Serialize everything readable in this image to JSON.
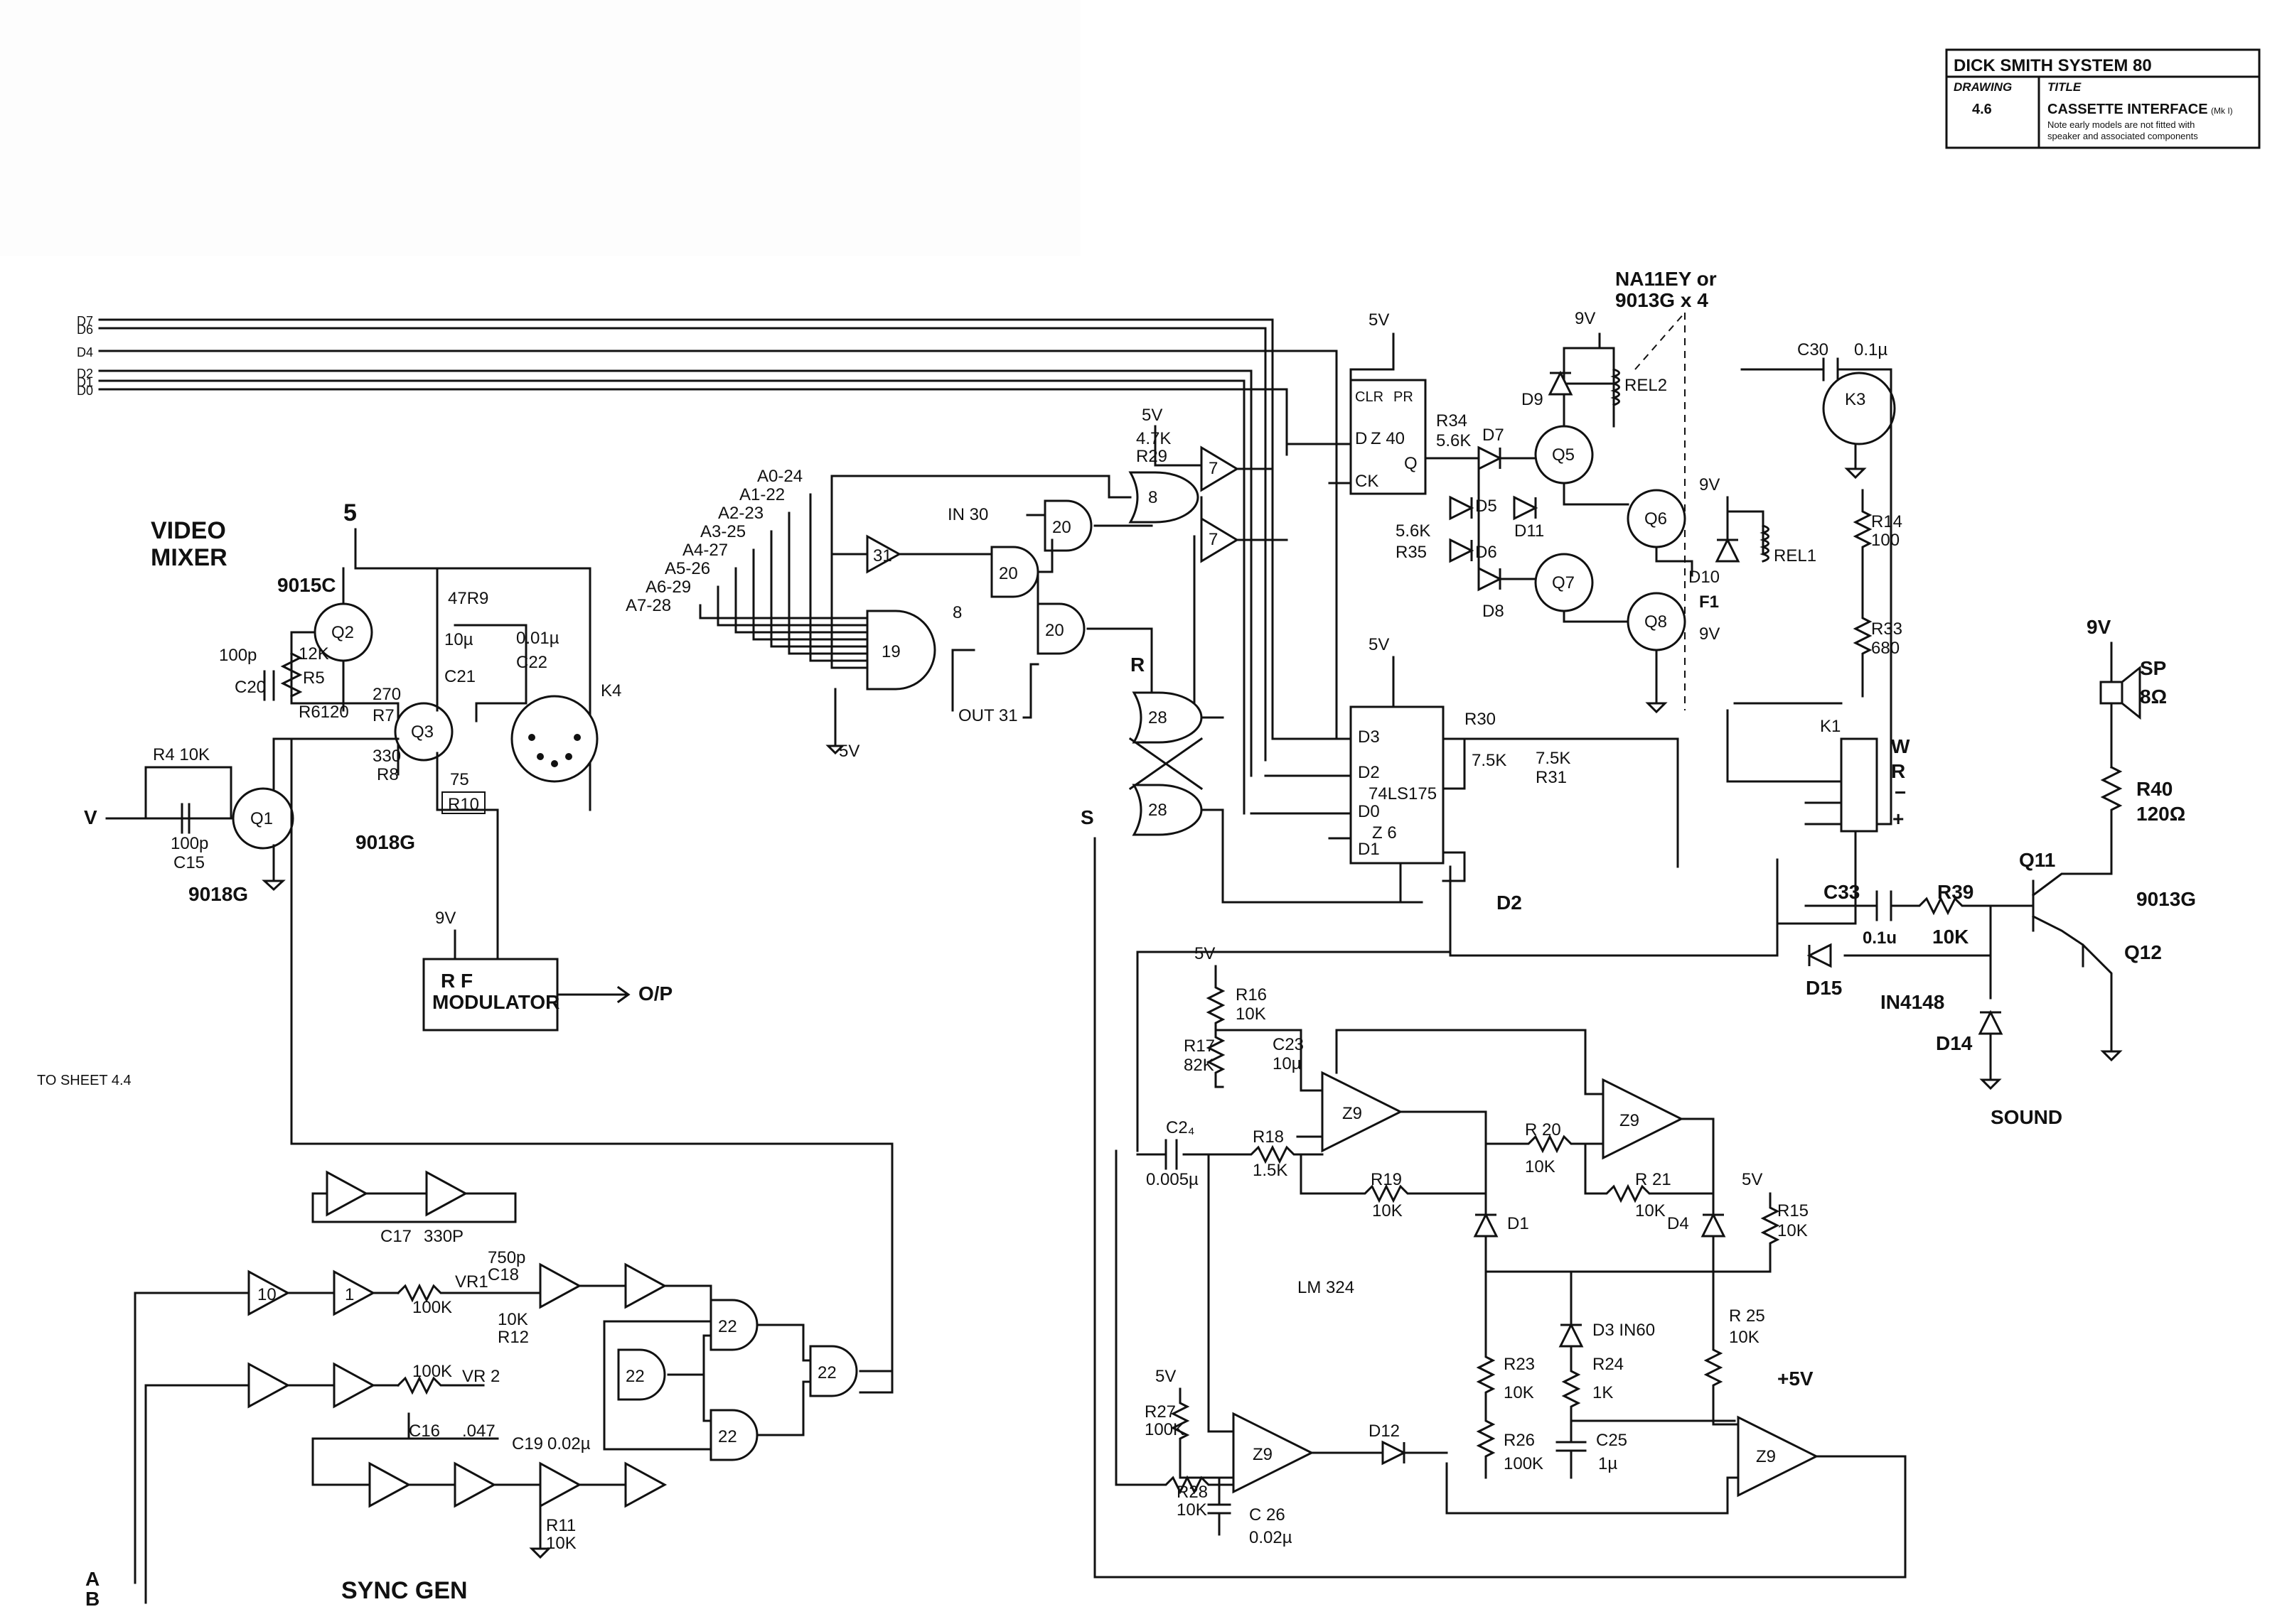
{
  "title_block": {
    "company": "DICK SMITH SYSTEM 80",
    "drawing_heading": "DRAWING",
    "drawing_number": "4.6",
    "title_heading": "TITLE",
    "title": "CASSETTE INTERFACE",
    "title_suffix": "(Mk I)",
    "note_line1": "Note early models are not fitted with",
    "note_line2": "speaker and associated components"
  },
  "sections": {
    "video_mixer_1": "VIDEO",
    "video_mixer_2": "MIXER",
    "sync_gen": "SYNC  GEN",
    "sound": "SOUND",
    "to_sheet": "TO SHEET 4.4",
    "rf_1": "R F",
    "rf_2": "MODULATOR",
    "op": "O/P",
    "transistor_note_1": "NA11EY or",
    "transistor_note_2": "9013G  x 4",
    "lm324": "LM 324"
  },
  "buses": {
    "data_lines": [
      "D7",
      "D6",
      "D4",
      "D2",
      "D1",
      "D0"
    ],
    "address_lines": [
      "A0-24",
      "A1-22",
      "A2-23",
      "A3-25",
      "A4-27",
      "A5-26",
      "A6-29",
      "A7-28"
    ],
    "in_signal": "IN 30",
    "out_signal": "OUT 31",
    "r_bar": "R",
    "s_bar": "S",
    "d2_bar": "D2",
    "v_in": "V",
    "a_in": "A",
    "b_in": "B"
  },
  "supplies": {
    "five": "5",
    "five_v": "5V",
    "nine_v": "9V",
    "plus_five_v": "+5V"
  },
  "ic_labels": {
    "z40": "Z 40",
    "ls175": "74LS175",
    "z6": "Z 6",
    "z9": "Z9",
    "clr": "CLR",
    "pr": "PR",
    "ck": "CK",
    "d": "D",
    "q": "Q"
  },
  "components": {
    "q1": "Q1",
    "q2": "Q2",
    "q3": "Q3",
    "q5": "Q5",
    "q6": "Q6",
    "q7": "Q7",
    "q8": "Q8",
    "q11": "Q11",
    "q12": "Q12",
    "t9015": "9015C",
    "t9018_q1": "9018G",
    "t9018_q3": "9018G",
    "t9013": "9013G",
    "r4": "R4 10K",
    "c15_v": "100p",
    "c15": "C15",
    "c20_v": "100p",
    "c20": "C20",
    "r5_v": "12K",
    "r5": "R5",
    "r6": "R6120",
    "r7": "R7",
    "r7_v": "270",
    "r8_v": "330",
    "r8": "R8",
    "r9": "47R9",
    "c21_v": "10µ",
    "c21": "C21",
    "c22_v": "0.01µ",
    "c22": "C22",
    "r10_v": "75",
    "r10": "R10",
    "k4": "K4",
    "r29_v": "4.7K",
    "r29": "R29",
    "r34": "R34",
    "r34_v": "5.6K",
    "r35_v": "5.6K",
    "r35": "R35",
    "d5": "D5",
    "d6": "D6",
    "d7": "D7",
    "d8": "D8",
    "d9": "D9",
    "d10": "D10",
    "d11": "D11",
    "rel1": "REL1",
    "rel2": "REL2",
    "f1": "F1",
    "c30": "C30",
    "c30_v": "0.1µ",
    "k3": "K3",
    "r14": "R14",
    "r14_v": "100",
    "r33": "R33",
    "r33_v": "680",
    "k1": "K1",
    "w": "W",
    "r": "R",
    "minus": "−",
    "plus": "+",
    "r30": "R30",
    "r30_v": "7.5K",
    "r31_v": "7.5K",
    "r31": "R31",
    "sp": "SP",
    "sp_v": "8Ω",
    "r40": "R40",
    "r40_v": "120Ω",
    "c33": "C33",
    "c33_v": "0.1u",
    "r39": "R39",
    "r39_v": "10K",
    "d14": "D14",
    "d15": "D15",
    "in4148": "IN4148",
    "r16": "R16",
    "r16_v": "10K",
    "r17": "R17",
    "r17_v": "82K",
    "c23": "C23",
    "c23_v": "10µ",
    "c24": "C2₄",
    "c24_v": "0.005µ",
    "r18": "R18",
    "r18_v": "1.5K",
    "r19": "R19",
    "r19_v": "10K",
    "r20": "R 20",
    "r20_v": "10K",
    "r21": "R 21",
    "r21_v": "10K",
    "d1": "D1",
    "d4": "D4",
    "r15": "R15",
    "r15_v": "10K",
    "d3": "D3 IN60",
    "r23": "R23",
    "r23_v": "10K",
    "r24": "R24",
    "r24_v": "1K",
    "r25": "R 25",
    "r25_v": "10K",
    "r26": "R26",
    "r26_v": "100K",
    "c25": "C25",
    "c25_v": "1µ",
    "r27": "R27",
    "r27_v": "100K",
    "r28": "R28",
    "r28_v": "10K",
    "c26": "C 26",
    "c26_v": "0.02µ",
    "d12": "D12",
    "c17": "C17",
    "c17_v": "330P",
    "vr1": "VR1",
    "vr1_v": "100K",
    "c18_v": "750p",
    "c18": "C18",
    "r12_v": "10K",
    "r12": "R12",
    "vr2": "VR 2",
    "vr2_v": "100K",
    "c16": "C16",
    "c16_v": ".047",
    "c19": "C19",
    "c19_v": "0.02µ",
    "r11": "R11",
    "r11_v": "10K"
  }
}
